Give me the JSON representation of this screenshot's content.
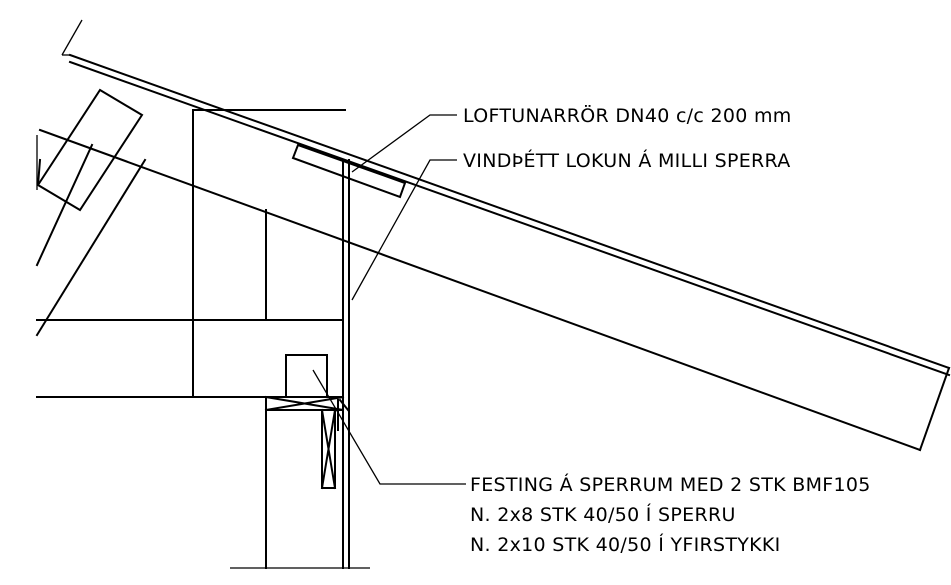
{
  "labels": {
    "vent_pipe": "LOFTUNARRÖR DN40 c/c 200 mm",
    "windproof_closure": "VINDÞÉTT LOKUN Á MILLI SPERRA",
    "fastening_line1": "FESTING Á SPERRUM MED 2 STK BMF105",
    "fastening_line2": "N. 2x8 STK 40/50 Í SPERRU",
    "fastening_line3": "N. 2x10 STK 40/50 Í YFIRSTYKKI"
  },
  "colors": {
    "line": "#000000",
    "background": "#ffffff"
  }
}
